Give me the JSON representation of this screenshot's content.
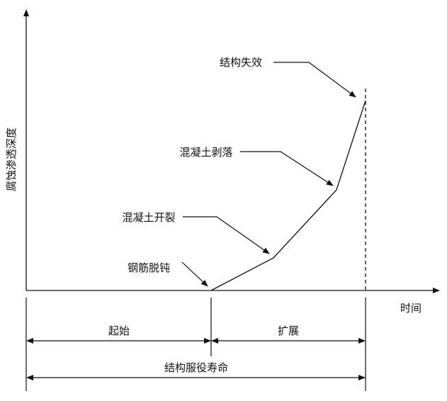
{
  "y_axis_label": "腐蚀渗透深度",
  "x_axis_label": "时间",
  "annotations": {
    "depassivation": "钢筋脱钝",
    "cracking": "混凝土开裂",
    "spalling": "混凝土剥落",
    "failure": "结构失效"
  },
  "phases": {
    "initiation": "起始",
    "propagation": "扩展",
    "service_life": "结构服役寿命"
  },
  "colors": {
    "line": "#111111",
    "background": "#ffffff"
  }
}
